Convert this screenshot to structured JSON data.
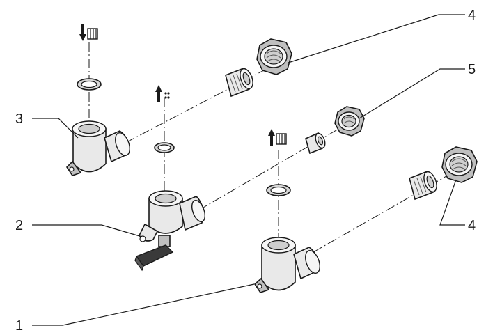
{
  "callouts": {
    "c1": "1",
    "c2": "2",
    "c3": "3",
    "c4_top": "4",
    "c4_bottom": "4",
    "c5": "5"
  },
  "colors": {
    "line": "#1a1a1a",
    "metal": "#e9e9e9",
    "metal_dark": "#bfbfbf",
    "background": "#ffffff"
  },
  "icons": [
    "flow-arrow-down-icon",
    "flow-arrow-up-icon",
    "gas-arrow-up-icon"
  ]
}
